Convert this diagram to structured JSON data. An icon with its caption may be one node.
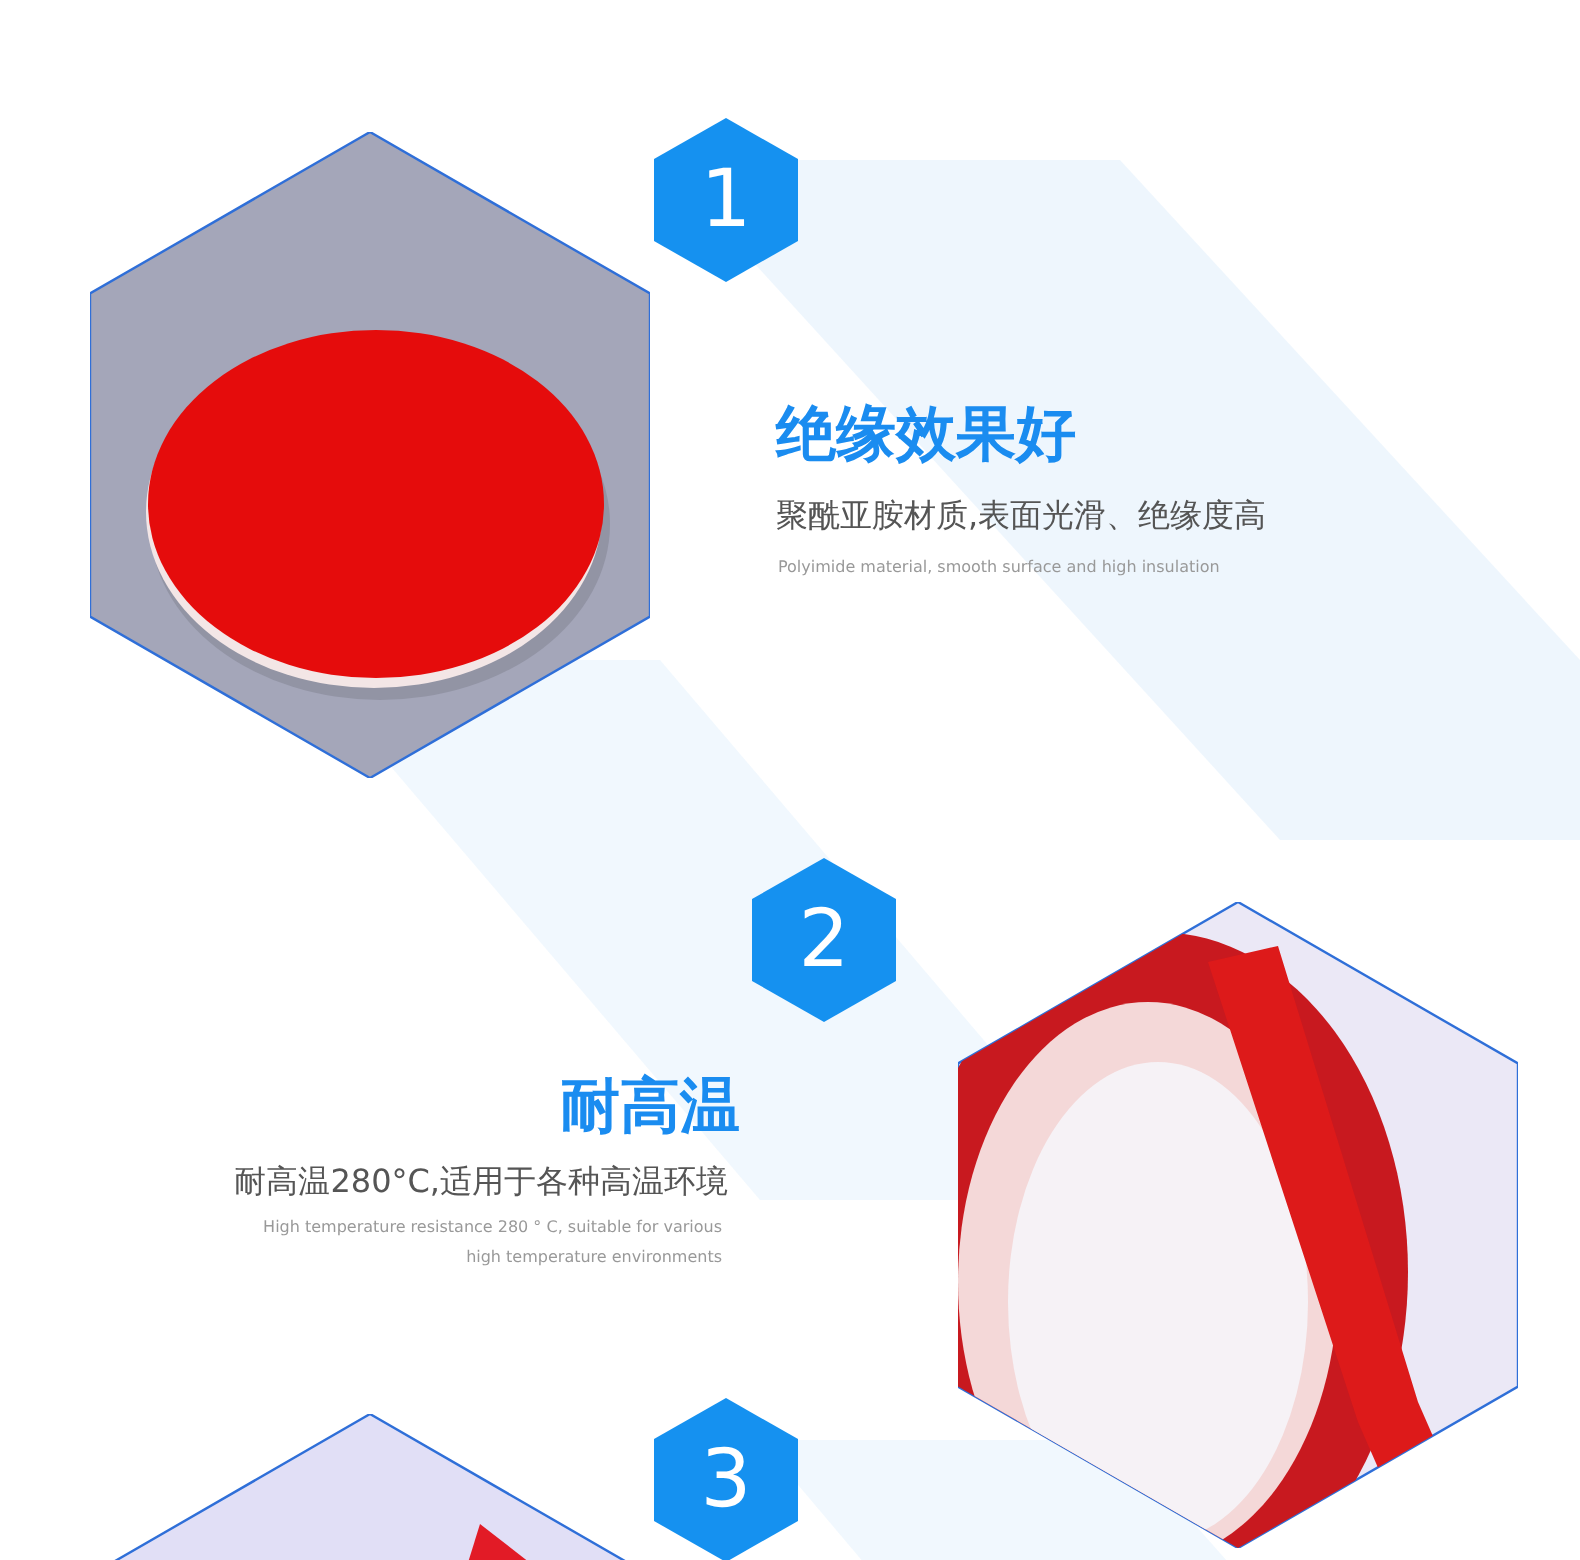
{
  "diagram": {
    "nodes": [
      {
        "text": [],
        "shape": "picture"
      },
      {
        "text": [
          "1"
        ]
      },
      {
        "text": [
          "2"
        ]
      },
      {
        "text": [],
        "shape": "picture"
      },
      {
        "text": [
          "3"
        ]
      },
      {
        "text": [],
        "shape": "picture"
      }
    ],
    "labels": [
      "绝缘效果好",
      "聚酰亚胺材质,表面光滑、绝缘度高",
      "Polyimide material, smooth surface and high insulation",
      "耐高温",
      "耐高温280°C,适用于各种高温环境",
      "High temperature resistance 280 ° C, suitable for various high temperature environments"
    ]
  }
}
